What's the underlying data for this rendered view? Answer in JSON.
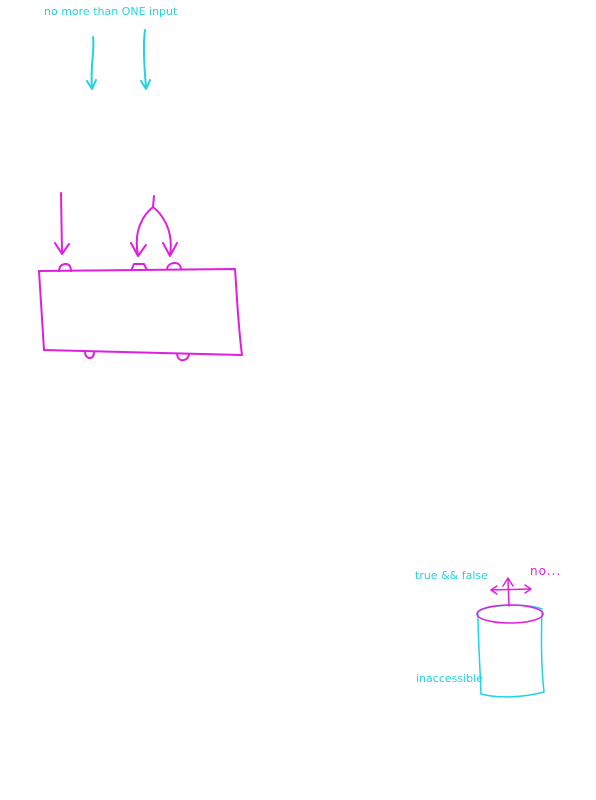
{
  "annotations": {
    "single_input": "no more than ONE input",
    "true_and_false": "true && false",
    "no": "no...",
    "inaccessible": "inaccessible"
  },
  "colors": {
    "cyan": "#22d3e0",
    "magenta": "#e01ee0"
  }
}
